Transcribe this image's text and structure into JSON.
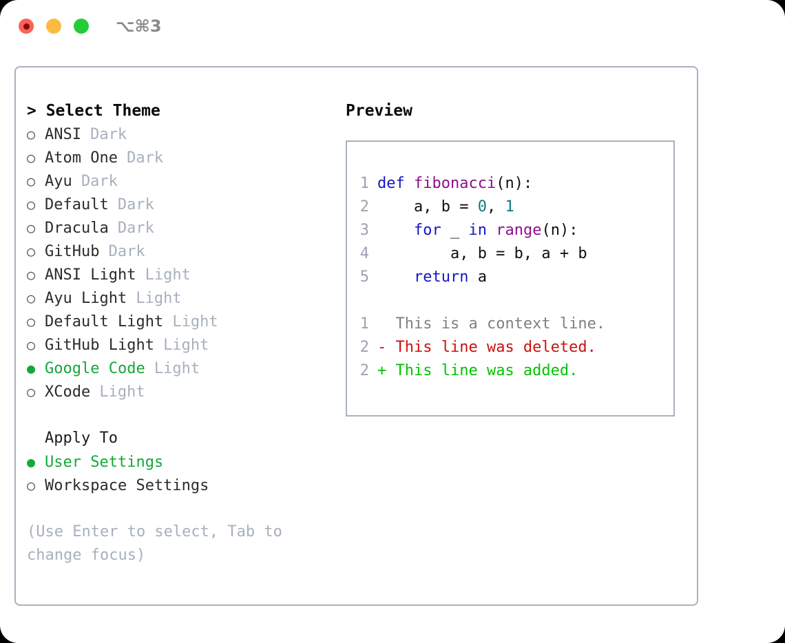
{
  "window": {
    "title": "⌥⌘3",
    "traffic_lights": [
      {
        "name": "close",
        "color": "#fc6058"
      },
      {
        "name": "minimize",
        "color": "#fcbb40"
      },
      {
        "name": "maximize",
        "color": "#23cd38"
      }
    ]
  },
  "theme_picker": {
    "header": "> Select Theme",
    "selected_bullet": "●",
    "unselected_bullet": "○",
    "accent_color": "#14a838",
    "items": [
      {
        "bullet": "○",
        "label": "ANSI",
        "tag": "Dark",
        "selected": false
      },
      {
        "bullet": "○",
        "label": "Atom One",
        "tag": "Dark",
        "selected": false
      },
      {
        "bullet": "○",
        "label": "Ayu",
        "tag": "Dark",
        "selected": false
      },
      {
        "bullet": "○",
        "label": "Default",
        "tag": "Dark",
        "selected": false
      },
      {
        "bullet": "○",
        "label": "Dracula",
        "tag": "Dark",
        "selected": false
      },
      {
        "bullet": "○",
        "label": "GitHub",
        "tag": "Dark",
        "selected": false
      },
      {
        "bullet": "○",
        "label": "ANSI Light",
        "tag": "Light",
        "selected": false
      },
      {
        "bullet": "○",
        "label": "Ayu Light",
        "tag": "Light",
        "selected": false
      },
      {
        "bullet": "○",
        "label": "Default Light",
        "tag": "Light",
        "selected": false
      },
      {
        "bullet": "○",
        "label": "GitHub Light",
        "tag": "Light",
        "selected": false
      },
      {
        "bullet": "●",
        "label": "Google Code",
        "tag": "Light",
        "selected": true
      },
      {
        "bullet": "○",
        "label": "XCode",
        "tag": "Light",
        "selected": false
      }
    ]
  },
  "apply_to": {
    "header": "Apply To",
    "items": [
      {
        "bullet": "●",
        "label": "User Settings",
        "selected": true
      },
      {
        "bullet": "○",
        "label": "Workspace Settings",
        "selected": false
      }
    ]
  },
  "hint": "(Use Enter to select, Tab to change focus)",
  "preview": {
    "header": "Preview",
    "code_lines": [
      {
        "num": "1",
        "segments": [
          {
            "text": "def ",
            "style": "tok-kw"
          },
          {
            "text": "fibonacci",
            "style": "tok-fn"
          },
          {
            "text": "(n):",
            "style": "tok-txt"
          }
        ]
      },
      {
        "num": "2",
        "segments": [
          {
            "text": "    a, b = ",
            "style": "tok-txt"
          },
          {
            "text": "0",
            "style": "tok-num"
          },
          {
            "text": ", ",
            "style": "tok-txt"
          },
          {
            "text": "1",
            "style": "tok-num"
          }
        ]
      },
      {
        "num": "3",
        "segments": [
          {
            "text": "    for ",
            "style": "tok-kw"
          },
          {
            "text": "_ ",
            "style": "tok-txt"
          },
          {
            "text": "in ",
            "style": "tok-kw"
          },
          {
            "text": "range",
            "style": "tok-fn"
          },
          {
            "text": "(n):",
            "style": "tok-txt"
          }
        ]
      },
      {
        "num": "4",
        "segments": [
          {
            "text": "        a, b = b, a + b",
            "style": "tok-txt"
          }
        ]
      },
      {
        "num": "5",
        "segments": [
          {
            "text": "    return ",
            "style": "tok-kw"
          },
          {
            "text": "a",
            "style": "tok-txt"
          }
        ]
      }
    ],
    "diff_lines": [
      {
        "num": "1",
        "marker": "  ",
        "text": "This is a context line.",
        "style": "tok-ctx"
      },
      {
        "num": "2",
        "marker": "- ",
        "text": "This line was deleted.",
        "style": "tok-del"
      },
      {
        "num": "2",
        "marker": "+ ",
        "text": "This line was added.",
        "style": "tok-add"
      }
    ]
  }
}
